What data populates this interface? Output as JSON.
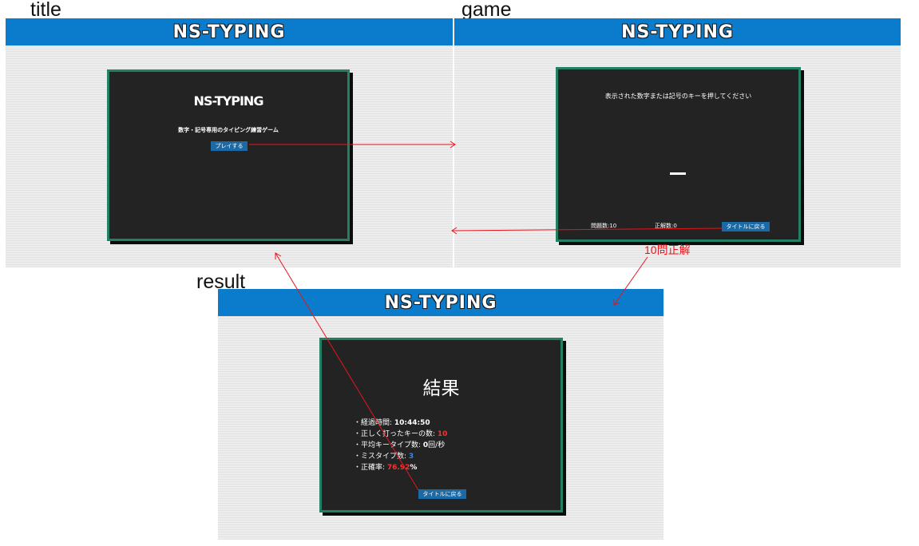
{
  "captions": {
    "title": "title",
    "game": "game",
    "result": "result"
  },
  "app_name": "NS-TYPING",
  "title_screen": {
    "logo": "NS-TYPING",
    "subtitle": "数字・記号専用のタイピング練習ゲーム",
    "play_button": "プレイする"
  },
  "game_screen": {
    "instruction": "表示された数字または記号のキーを押してください",
    "current_key": "—",
    "question_count": "問題数:10",
    "correct_count": "正解数:0",
    "back_button": "タイトルに戻る"
  },
  "result_screen": {
    "title": "結果",
    "stats": {
      "elapsed_label": "・経過時間: ",
      "elapsed_value": "10:44:50",
      "correct_keys_label": "・正しく打ったキーの数: ",
      "correct_keys_value": "10",
      "avg_speed_label": "・平均キータイプ数: ",
      "avg_speed_value": "0",
      "avg_speed_unit": "回/秒",
      "miss_label": "・ミスタイプ数: ",
      "miss_value": "3",
      "accuracy_label": "・正確率: ",
      "accuracy_value": "76.92",
      "accuracy_unit": "%"
    },
    "back_button": "タイトルに戻る"
  },
  "annotation": {
    "transition_note": "10問正解"
  },
  "colors": {
    "header": "#0a7ccb",
    "panel": "#232323",
    "panel_border": "#238065",
    "button": "#1b6aa8",
    "arrow": "#e8141c"
  }
}
